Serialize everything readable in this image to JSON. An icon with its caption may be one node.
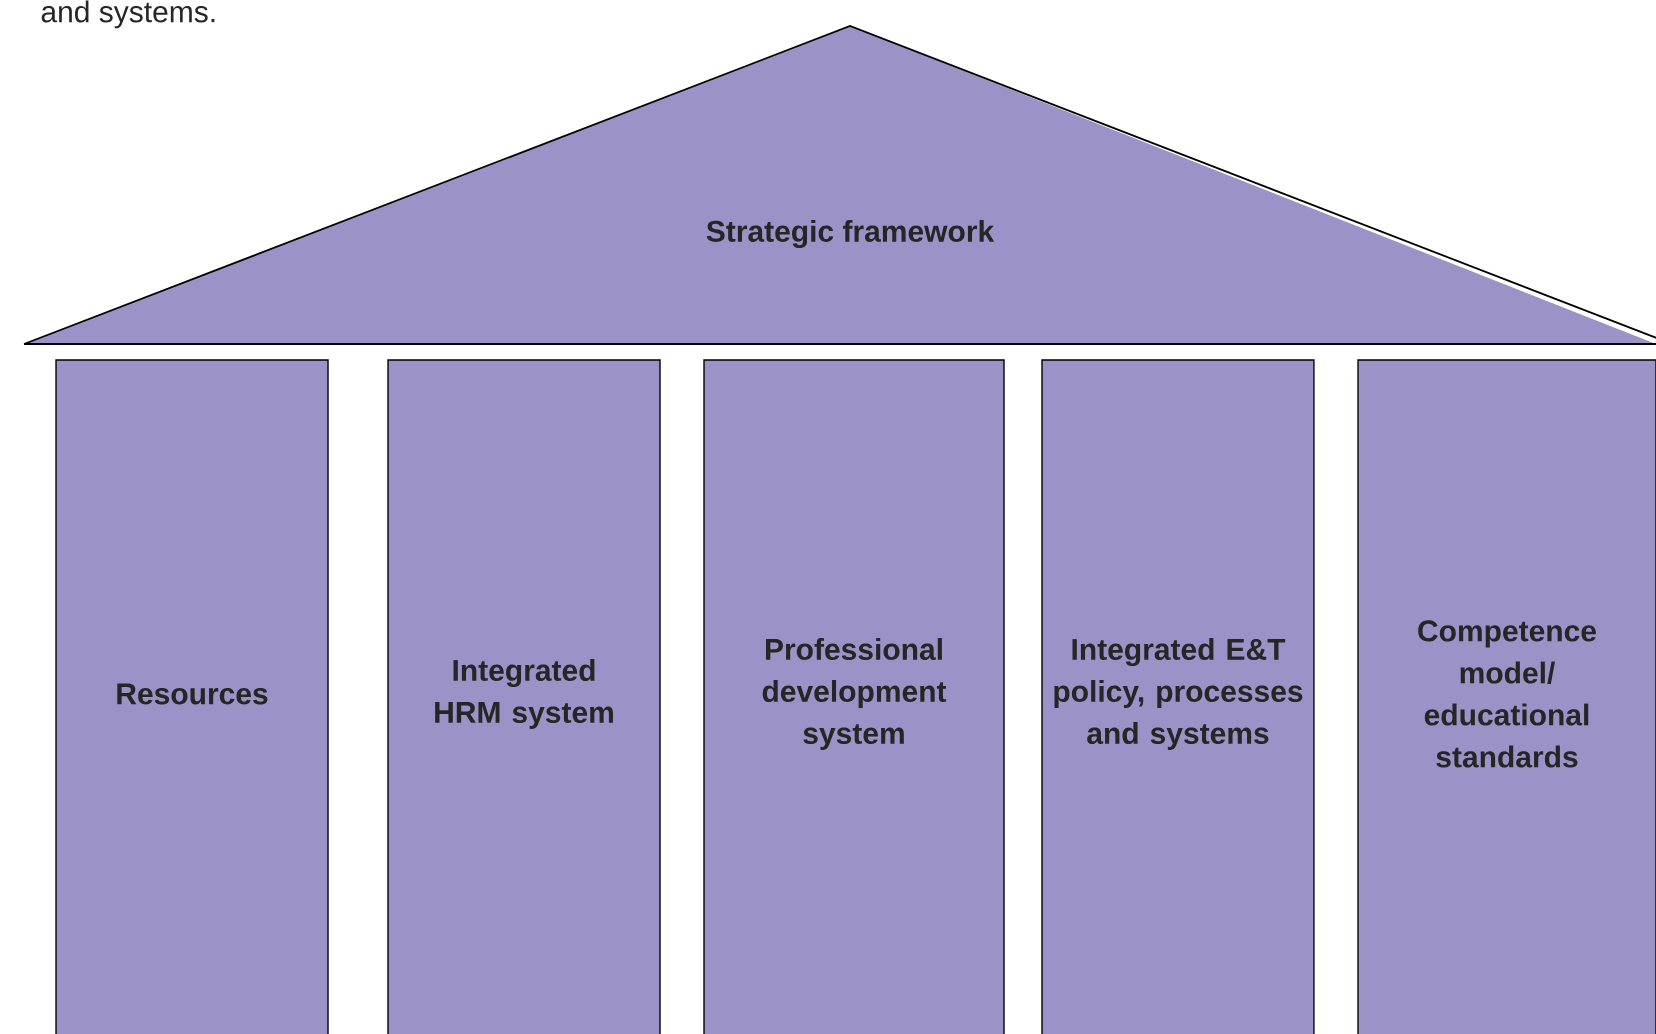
{
  "diagram": {
    "nodes": [
      {
        "text": [
          "Strategic framework"
        ]
      },
      {
        "text": [
          "Resources"
        ]
      },
      {
        "text": [
          "Integrated HRM system"
        ]
      },
      {
        "text": [
          "Professional development system"
        ]
      },
      {
        "text": [
          "Integrated E&T policy, processes and systems"
        ]
      },
      {
        "text": [
          "Competence model/ educational standards"
        ]
      }
    ],
    "labels": [
      "and systems."
    ]
  }
}
